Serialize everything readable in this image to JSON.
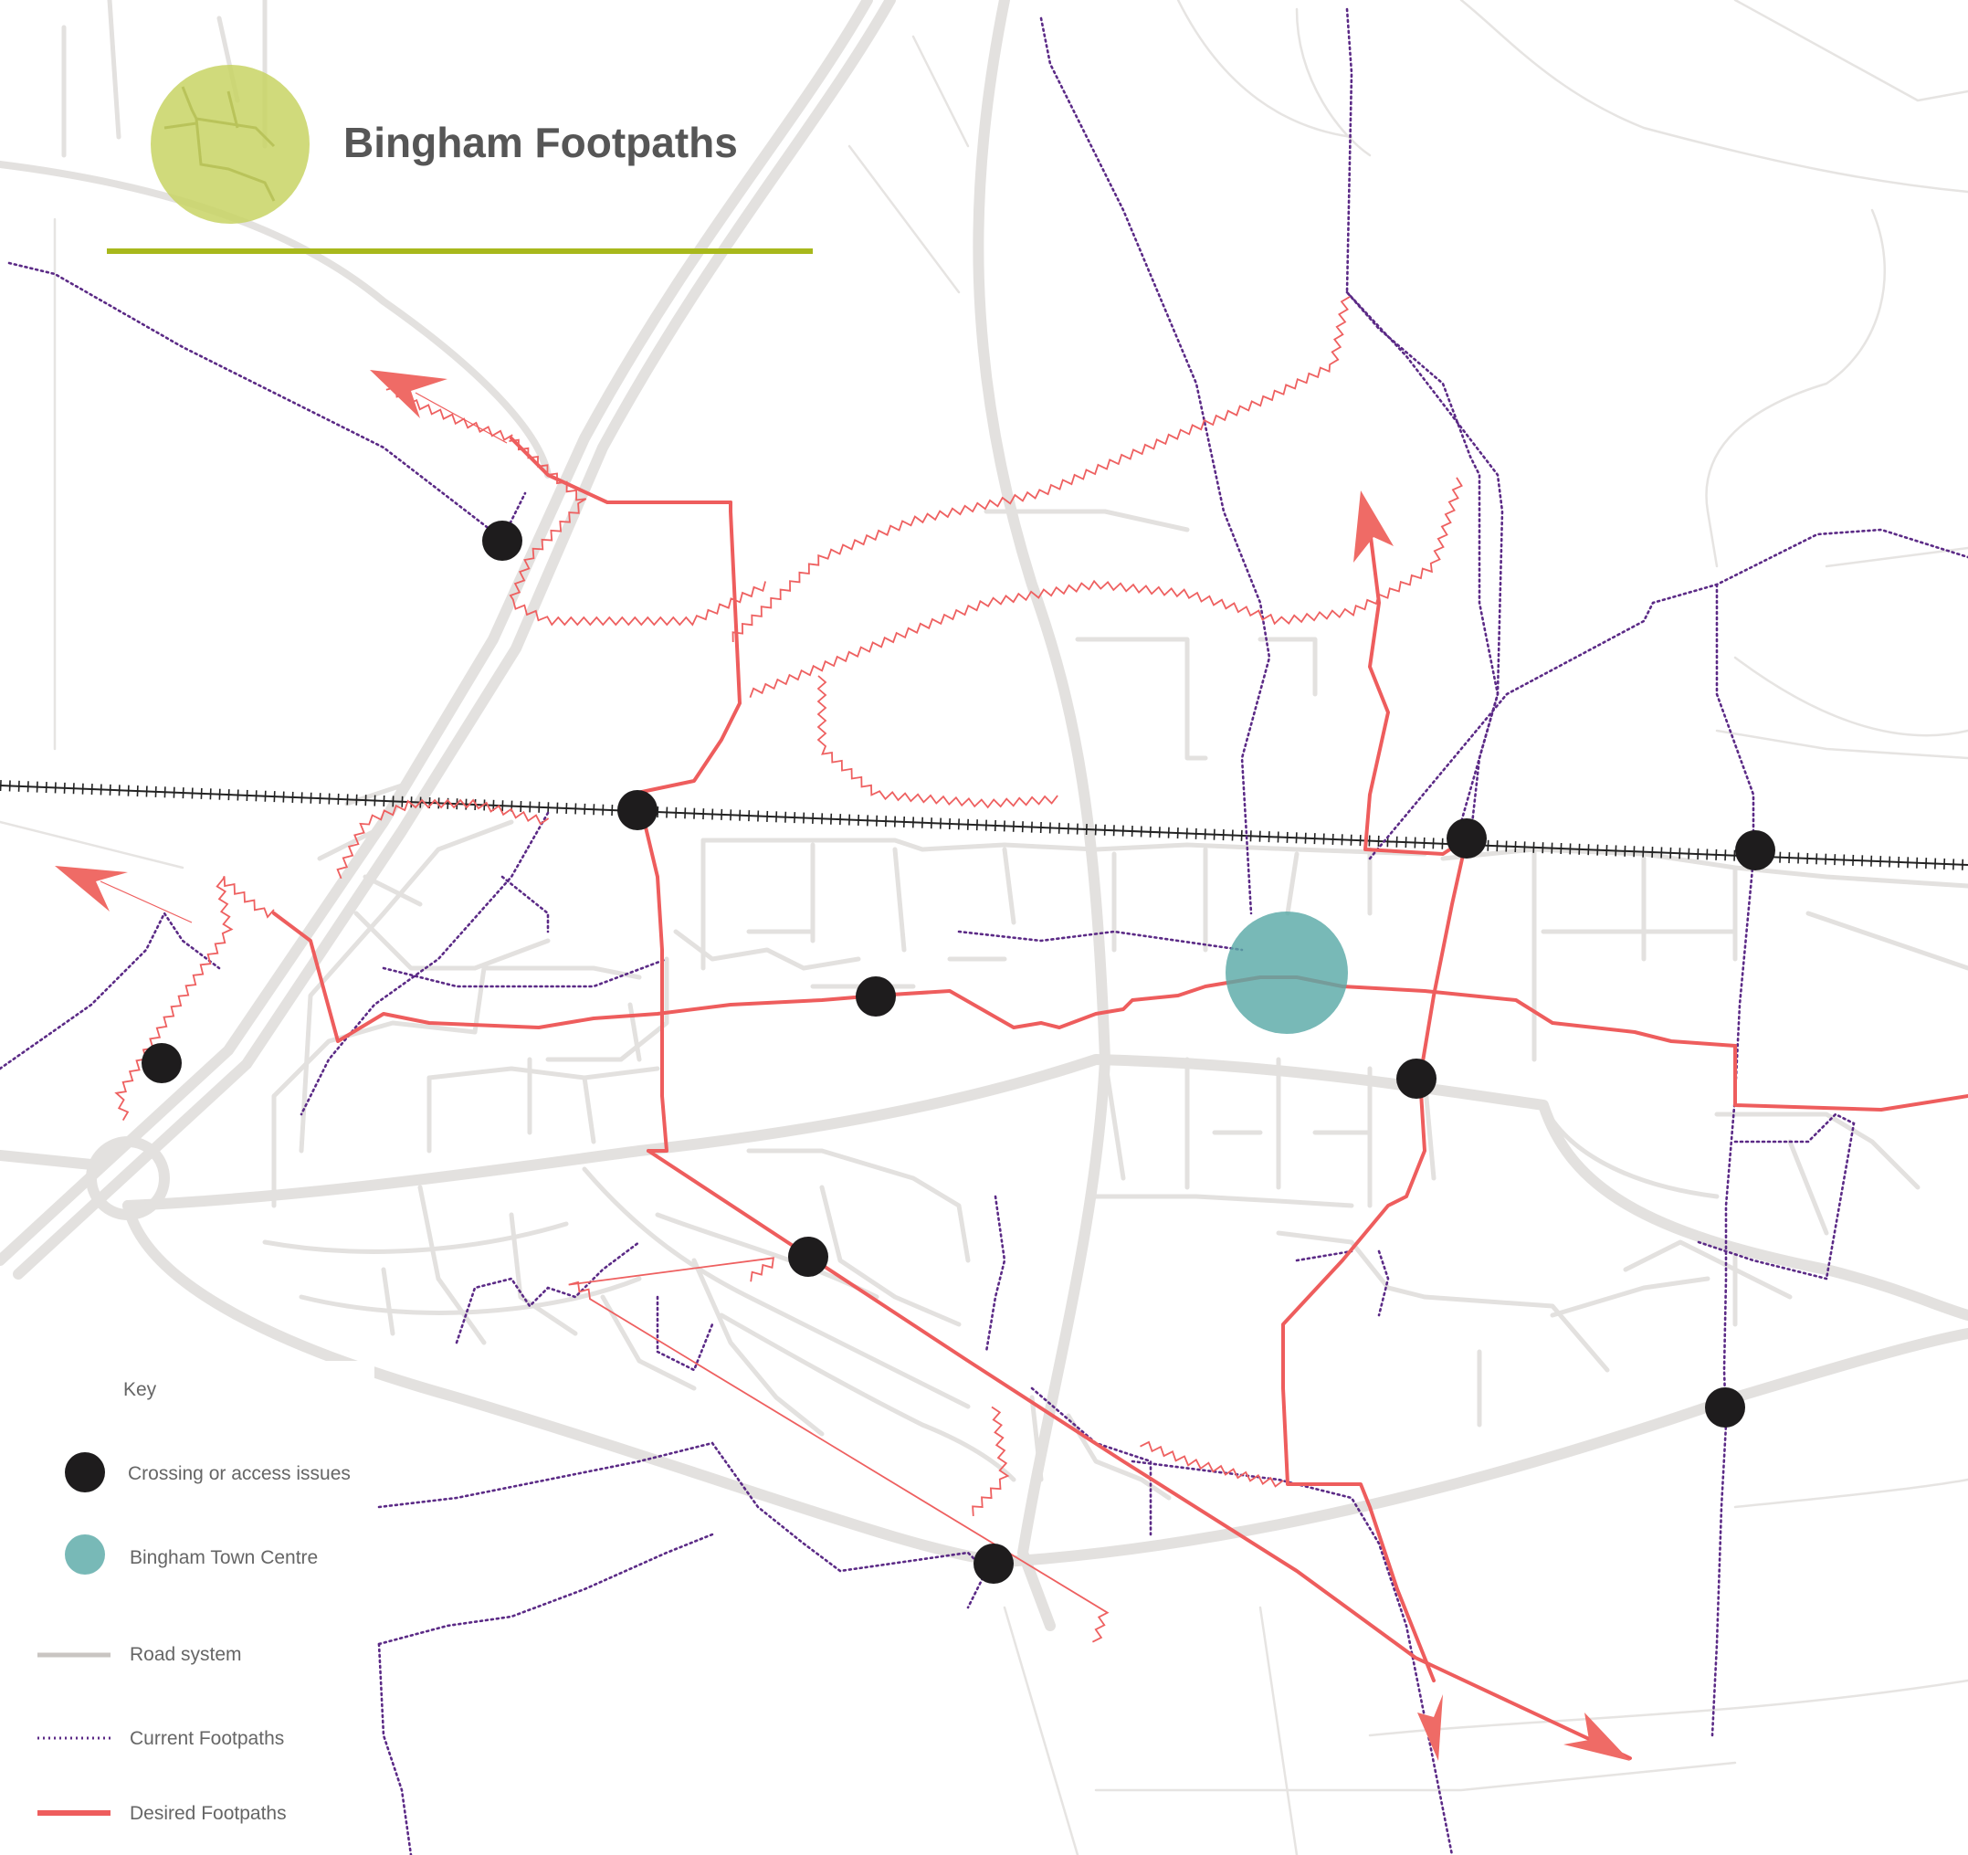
{
  "title": "Bingham Footpaths",
  "colors": {
    "title_badge": "#c8d464",
    "title_rule": "#a8b81c",
    "town_centre": "#5aa9a7",
    "issue_marker": "#1e1c1d",
    "road": "#e3e1df",
    "current_footpath": "#5b2a86",
    "desired_footpath": "#ee5d5d",
    "railway": "#222222"
  },
  "key": {
    "heading": "Key",
    "items": [
      {
        "id": "crossing",
        "label": "Crossing or access issues",
        "icon": "black-dot-icon"
      },
      {
        "id": "town_centre",
        "label": "Bingham Town Centre",
        "icon": "teal-dot-icon"
      },
      {
        "id": "road",
        "label": "Road system",
        "icon": "grey-line-icon"
      },
      {
        "id": "current",
        "label": "Current Footpaths",
        "icon": "purple-dotted-line-icon"
      },
      {
        "id": "desired",
        "label": "Desired Footpaths",
        "icon": "red-line-icon"
      }
    ]
  }
}
